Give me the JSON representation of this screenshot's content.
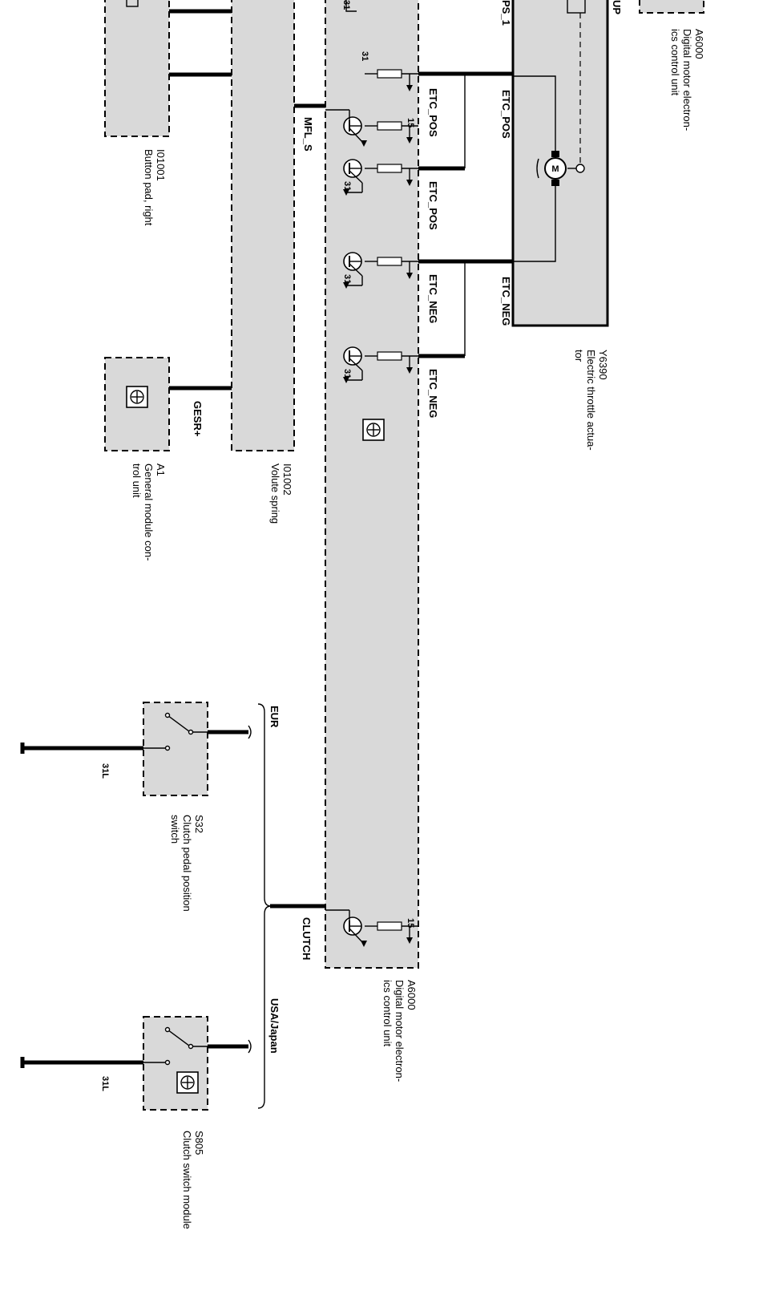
{
  "components": {
    "a6000_top": {
      "code": "A6000",
      "name_line1": "Digital motor electron-",
      "name_line2": "ics control unit"
    },
    "y6390": {
      "code": "Y6390",
      "name_line1": "Electric throttle actua-",
      "name_line2": "tor"
    },
    "i01001": {
      "code": "I01001",
      "name": "Button pad, right"
    },
    "a1": {
      "code": "A1",
      "name_line1": "General module con-",
      "name_line2": "trol unit"
    },
    "i01002": {
      "code": "I01002",
      "name": "Volute spring"
    },
    "s32": {
      "code": "S32",
      "name_line1": "Clutch pedal position",
      "name_line2": "switch"
    },
    "a6000_bottom": {
      "code": "A6000",
      "name_line1": "Digital motor electron-",
      "name_line2": "ics control unit"
    },
    "s805": {
      "code": "S805",
      "name": "Clutch switch module"
    }
  },
  "signals": {
    "up": "UP",
    "ps_1": "PS_1",
    "etc_pos": "ETC_POS",
    "etc_neg": "ETC_NEG",
    "mfl_s": "MFL_S",
    "gesr": "GESR+",
    "clutch": "CLUTCH"
  },
  "pins": {
    "p31": "31",
    "p15": "15",
    "p31l": "31L"
  },
  "regions": {
    "eur": "EUR",
    "usa_japan": "USA/Japan"
  },
  "motor_symbol": "M"
}
